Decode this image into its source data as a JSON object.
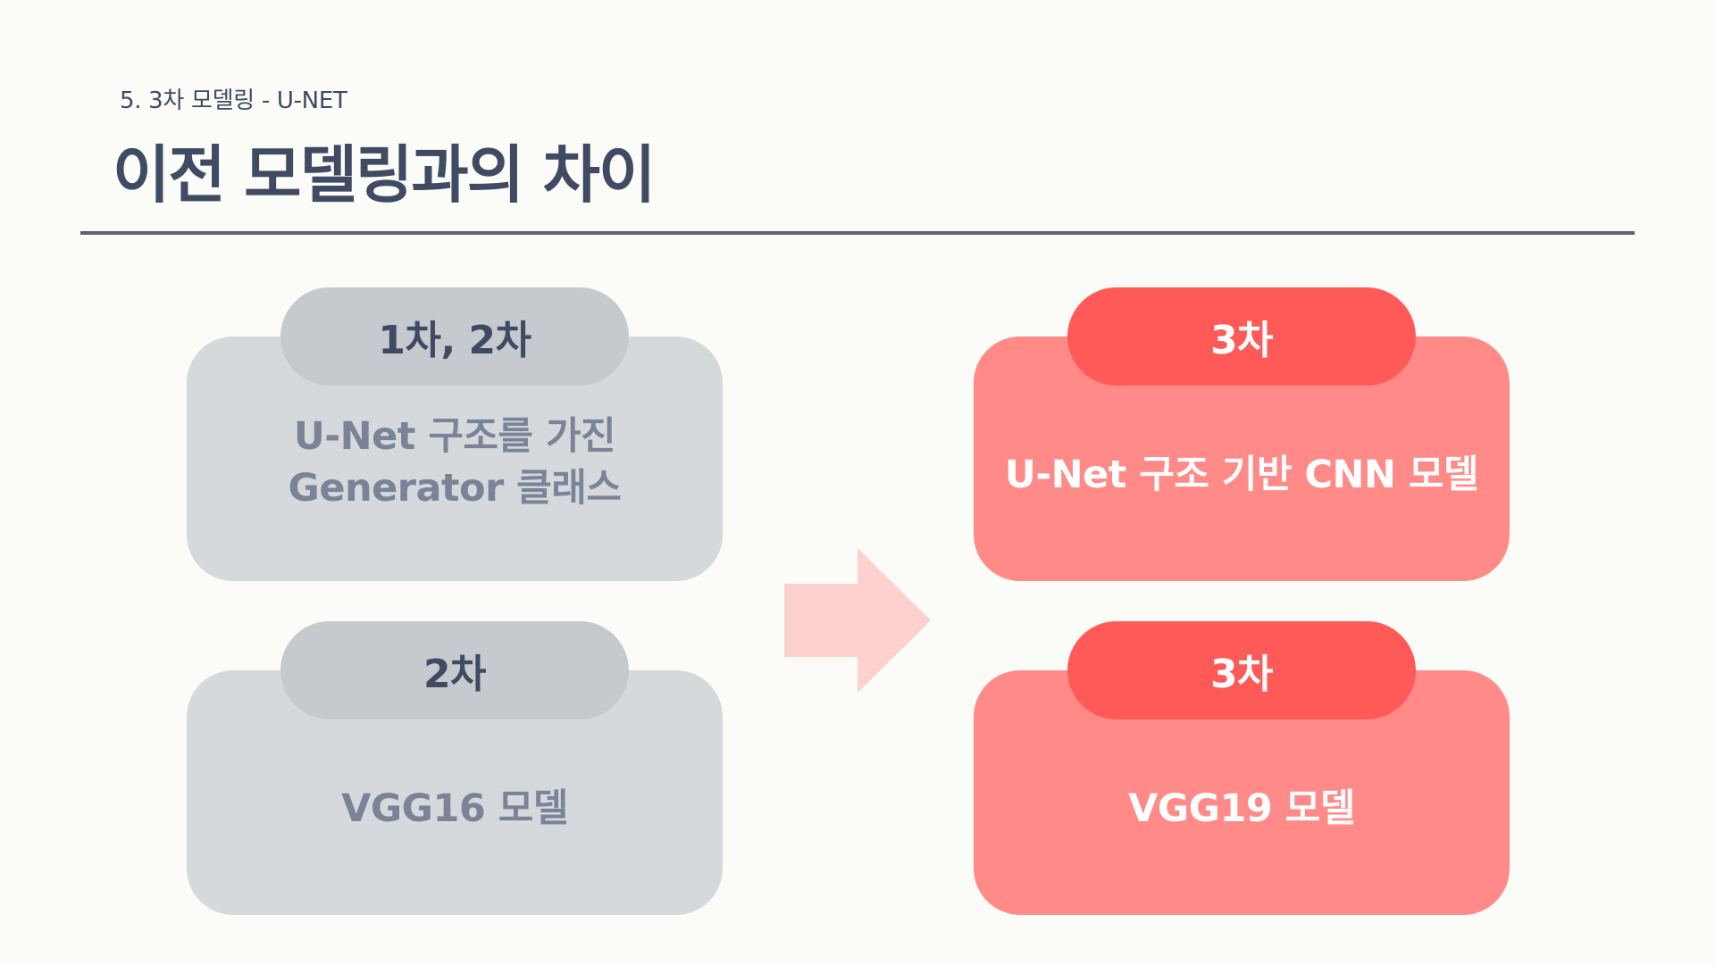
{
  "header": {
    "section_label": "5. 3차 모델링 - U-NET",
    "title": "이전 모델링과의 차이"
  },
  "left": {
    "card1": {
      "pill": "1차, 2차",
      "line1": "U-Net 구조를 가진",
      "line2": "Generator 클래스"
    },
    "card2": {
      "pill": "2차",
      "body": "VGG16 모델"
    }
  },
  "right": {
    "card1": {
      "pill": "3차",
      "body": "U-Net 구조 기반 CNN 모델"
    },
    "card2": {
      "pill": "3차",
      "body": "VGG19 모델"
    }
  },
  "colors": {
    "title": "#3f4a63",
    "grey_card": "#d6d9dc",
    "grey_pill": "#c6cace",
    "red_card": "#ff8a88",
    "red_pill": "#ff5a58",
    "arrow": "#fcd1ce"
  },
  "icons": {
    "arrow": "arrow-right-icon"
  }
}
